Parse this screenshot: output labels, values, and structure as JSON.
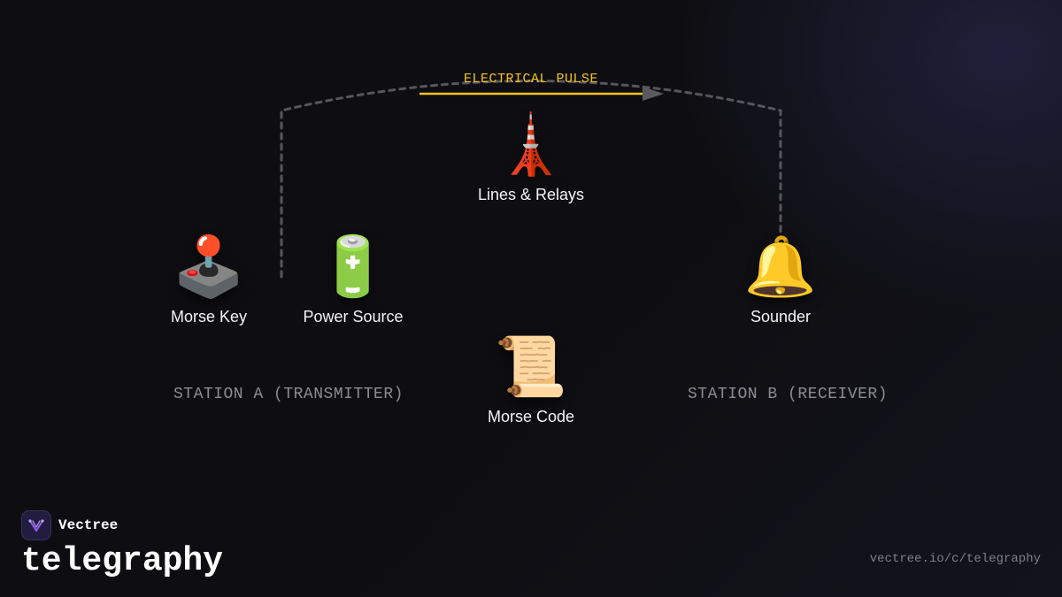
{
  "diagram": {
    "pulse_label": "ELECTRICAL PULSE",
    "nodes": {
      "morse_key": {
        "label": "Morse Key",
        "icon": "🕹️",
        "icon_name": "joystick-key-icon"
      },
      "power_source": {
        "label": "Power Source",
        "icon": "🔋",
        "icon_name": "battery-icon"
      },
      "lines_relays": {
        "label": "Lines & Relays",
        "icon": "🗼",
        "icon_name": "tower-icon"
      },
      "sounder": {
        "label": "Sounder",
        "icon": "🔔",
        "icon_name": "bell-icon"
      },
      "morse_code": {
        "label": "Morse Code",
        "icon": "📜",
        "icon_name": "scroll-icon"
      }
    },
    "stations": {
      "a": "STATION A (TRANSMITTER)",
      "b": "STATION B (RECEIVER)"
    },
    "colors": {
      "background": "#0e0e12",
      "pulse": "#f2c21b",
      "wire": "#55555c",
      "station_text": "#8c8c94"
    }
  },
  "brand": {
    "name": "Vectree",
    "title": "telegraphy",
    "url": "vectree.io/c/telegraphy",
    "logo_icon": "vectree-logo-icon",
    "logo_color": "#9b5cf6"
  }
}
